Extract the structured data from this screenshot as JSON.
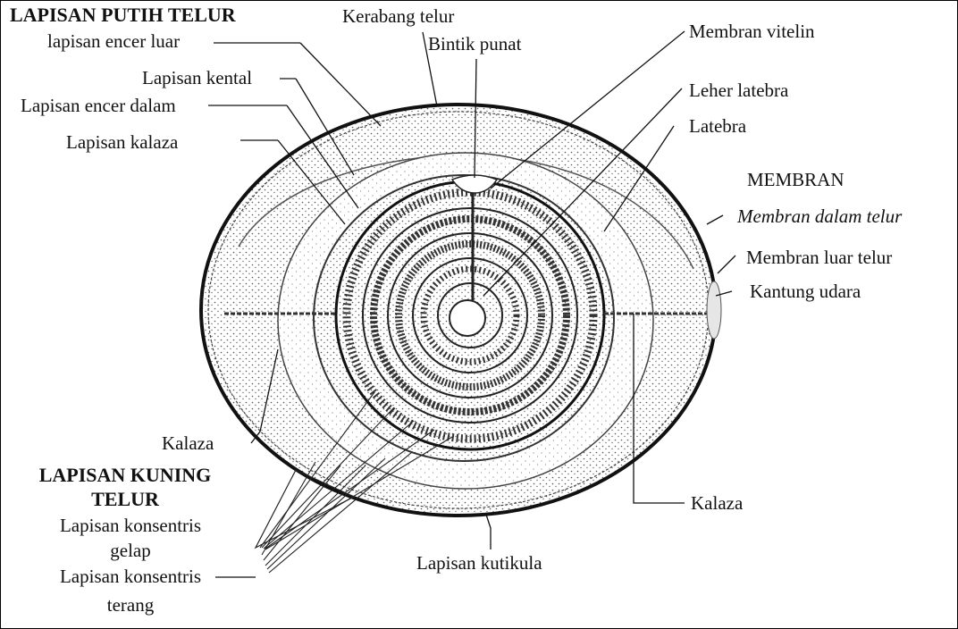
{
  "labels": {
    "putih_header": "LAPISAN PUTIH TELUR",
    "encer_luar": "lapisan encer luar",
    "kerabang": "Kerabang telur",
    "bintik_punat": "Bintik punat",
    "membran_vitelin": "Membran vitelin",
    "lapisan_kental": "Lapisan kental",
    "encer_dalam": "Lapisan encer dalam",
    "leher_latebra": "Leher latebra",
    "latebra": "Latebra",
    "lapisan_kalaza": "Lapisan kalaza",
    "membran_header": "MEMBRAN",
    "membran_dalam": "Membran dalam telur",
    "membran_luar": "Membran luar telur",
    "kantung_udara": "Kantung udara",
    "kalaza_left": "Kalaza",
    "kuning_header_1": "LAPISAN KUNING",
    "kuning_header_2": "TELUR",
    "konsentris_gelap_1": "Lapisan konsentris",
    "konsentris_gelap_2": "gelap",
    "konsentris_terang_1": "Lapisan konsentris",
    "konsentris_terang_2": "terang",
    "kutikula": "Lapisan kutikula",
    "kalaza_right": "Kalaza"
  }
}
